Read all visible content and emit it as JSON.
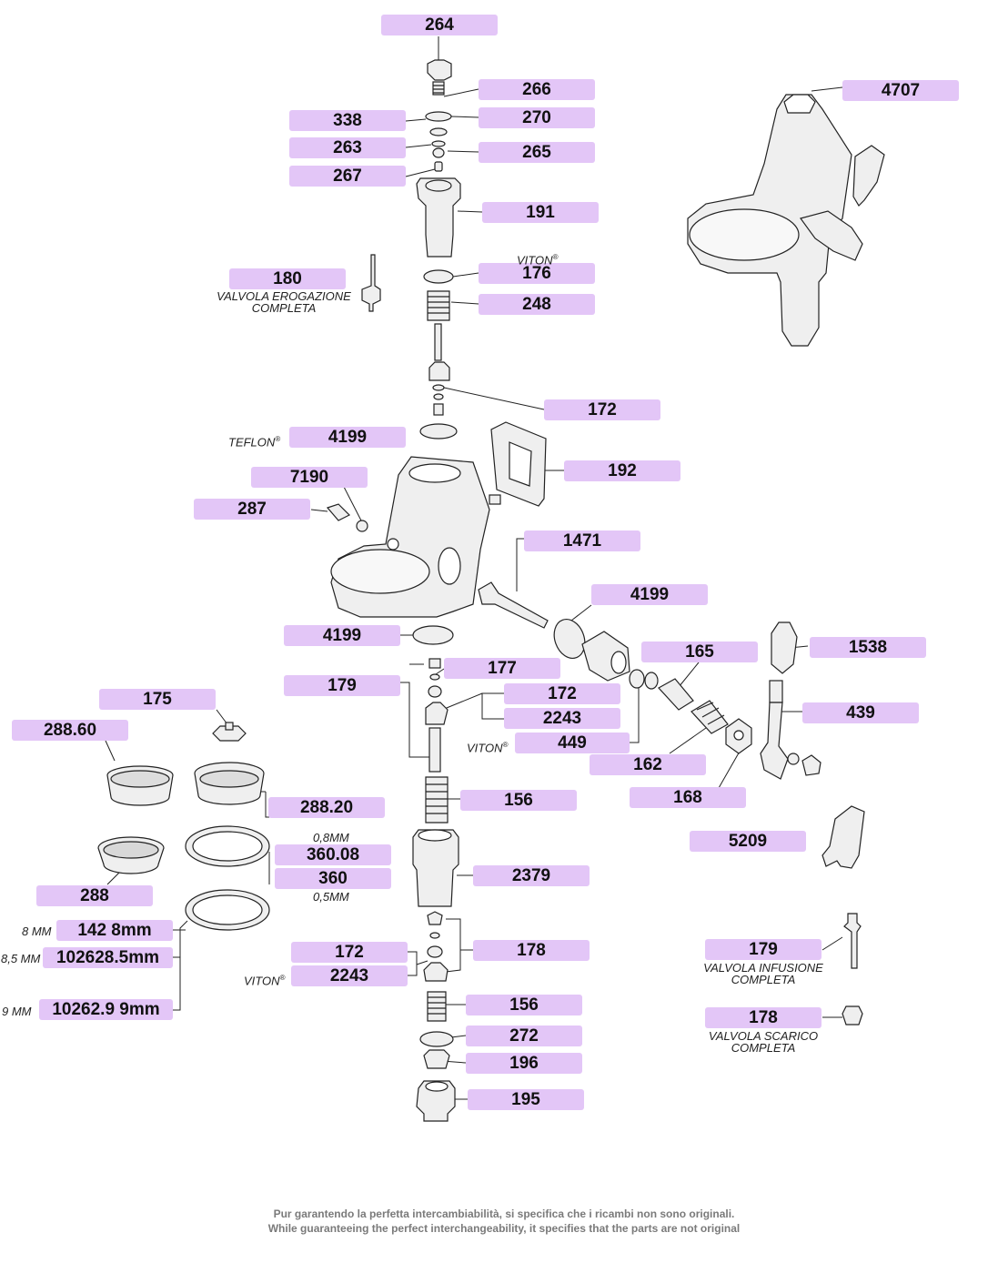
{
  "labels": {
    "p264": "264",
    "p266": "266",
    "p270": "270",
    "p338": "338",
    "p263": "263",
    "p265": "265",
    "p267": "267",
    "p191": "191",
    "p176": "176",
    "p248": "248",
    "p180": "180",
    "p172a": "172",
    "p4199a": "4199",
    "p192": "192",
    "p7190": "7190",
    "p287": "287",
    "p1471": "1471",
    "p4199b": "4199",
    "p4199c": "4199",
    "p1538": "1538",
    "p165": "165",
    "p177": "177",
    "p179a": "179",
    "p172b": "172",
    "p2243a": "2243",
    "p439": "439",
    "p449": "449",
    "p162": "162",
    "p175": "175",
    "p28860": "288.60",
    "p156a": "156",
    "p168": "168",
    "p28820": "288.20",
    "p36008": "360.08",
    "p360": "360",
    "p2379": "2379",
    "p5209": "5209",
    "p288": "288",
    "p1428": "142 8mm",
    "p172c": "172",
    "p178a": "178",
    "p1026285": "102628.5mm",
    "p2243b": "2243",
    "p179b": "179",
    "p102629": "10262.9 9mm",
    "p156b": "156",
    "p178b": "178",
    "p272": "272",
    "p196": "196",
    "p195": "195",
    "p4707": "4707"
  },
  "notes": {
    "viton": "VITON",
    "reg": "®",
    "teflon": "TEFLON",
    "valvola_erogazione_1": "VALVOLA EROGAZIONE",
    "valvola_erogazione_2": "COMPLETA",
    "valvola_infusione_1": "VALVOLA INFUSIONE",
    "valvola_infusione_2": "COMPLETA",
    "valvola_scarico_1": "VALVOLA SCARICO",
    "valvola_scarico_2": "COMPLETA",
    "mm08": "0,8MM",
    "mm05": "0,5MM",
    "mm8": "8 MM",
    "mm85": "8,5 MM",
    "mm9": "9 MM"
  },
  "footer": {
    "line1": "Pur garantendo la perfetta intercambiabilità, si specifica che i ricambi non sono originali.",
    "line2": "While guaranteeing the perfect interchangeability, it specifies that the parts are not original"
  },
  "colors": {
    "label_bg": "#e3c6f7",
    "part_fill": "#efefef",
    "line": "#222222",
    "footer_text": "#7a7a7a"
  }
}
